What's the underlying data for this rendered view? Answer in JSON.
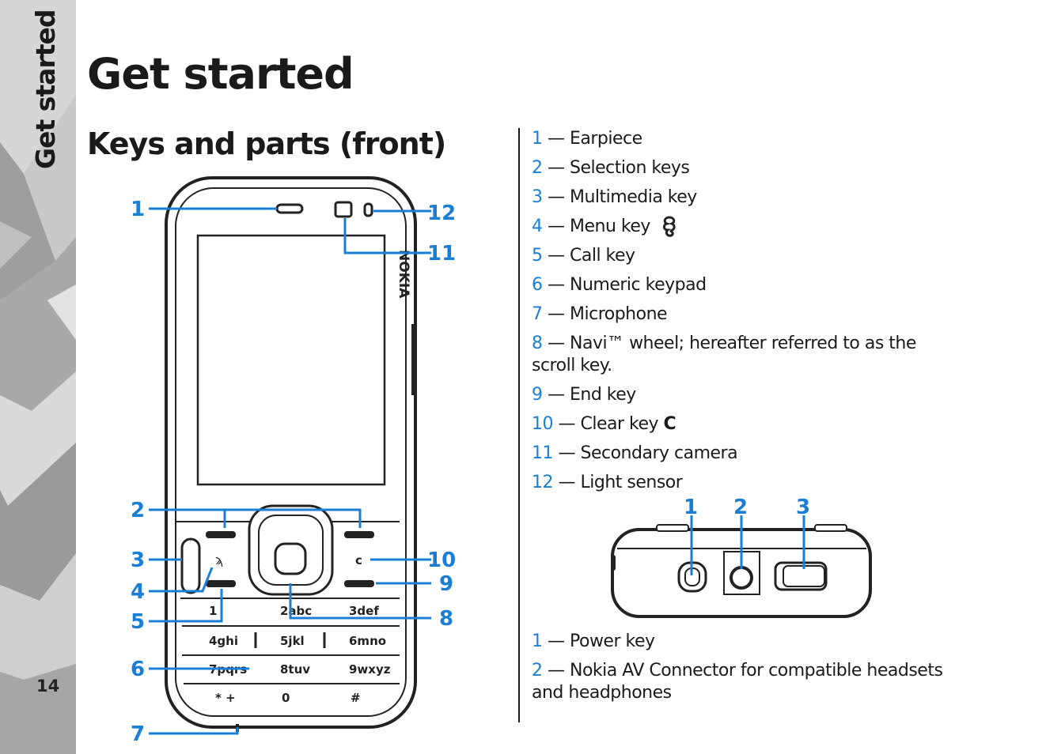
{
  "sidebar": {
    "section_tab": "Get started",
    "page_number": "14"
  },
  "chapter_title": "Get started",
  "section_title": "Keys and parts (front)",
  "front_parts": [
    {
      "num": "1",
      "text": "Earpiece"
    },
    {
      "num": "2",
      "text": "Selection keys"
    },
    {
      "num": "3",
      "text": "Multimedia key"
    },
    {
      "num": "4",
      "text": "Menu key"
    },
    {
      "num": "5",
      "text": "Call key"
    },
    {
      "num": "6",
      "text": "Numeric keypad"
    },
    {
      "num": "7",
      "text": "Microphone"
    },
    {
      "num": "8",
      "text": "Navi™ wheel; hereafter referred to as the scroll key."
    },
    {
      "num": "9",
      "text": "End key"
    },
    {
      "num": "10",
      "text": "Clear key"
    },
    {
      "num": "11",
      "text": "Secondary camera"
    },
    {
      "num": "12",
      "text": "Light sensor"
    }
  ],
  "separator": " — ",
  "clear_key_glyph": "C",
  "top_parts": [
    {
      "num": "1",
      "text": "Power key"
    },
    {
      "num": "2",
      "text": "Nokia AV Connector for compatible headsets and headphones"
    }
  ],
  "diagram_front": {
    "callouts": [
      "1",
      "2",
      "3",
      "4",
      "5",
      "6",
      "7",
      "8",
      "9",
      "10",
      "11",
      "12"
    ],
    "brand": "NOKIA",
    "keys": {
      "row1": [
        "1",
        "2abc",
        "3def"
      ],
      "row2": [
        "4ghi",
        "5jkl",
        "6mno"
      ],
      "row3": [
        "7pqrs",
        "8tuv",
        "9wxyz"
      ],
      "row4": [
        "* +",
        "0",
        "#"
      ]
    },
    "clear_key": "c"
  },
  "diagram_top": {
    "callouts": [
      "1",
      "2",
      "3"
    ]
  },
  "colors": {
    "accent": "#1a7fd4",
    "text": "#1a1a1a"
  }
}
